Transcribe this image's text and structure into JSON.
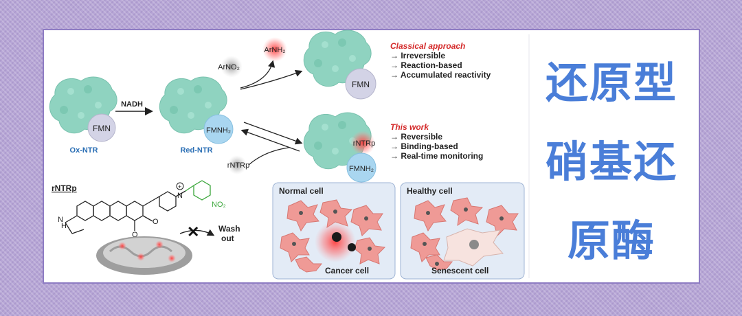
{
  "title_lines": [
    "还原型",
    "硝基还",
    "原酶"
  ],
  "diagram": {
    "nadh": "NADH",
    "fmn": "FMN",
    "fmnh2": "FMNH₂",
    "ox_ntr": "Ox-NTR",
    "red_ntr": "Red-NTR",
    "arno2": "ArNO₂",
    "arnh2": "ArNH₂",
    "rntrp": "rNTRp",
    "classical": {
      "heading": "Classical approach",
      "items": [
        "→ Irreversible",
        "→ Reaction-based",
        "→ Accumulated reactivity"
      ]
    },
    "this_work": {
      "heading": "This work",
      "items": [
        "→ Reversible",
        "→ Binding-based",
        "→ Real-time monitoring"
      ]
    },
    "probe_label": "rNTRp",
    "wash_out": [
      "Wash",
      "out"
    ],
    "normal_panel": {
      "title": "Normal cell",
      "caption": "Cancer cell"
    },
    "healthy_panel": {
      "title": "Healthy cell",
      "caption": "Senescent cell"
    },
    "colors": {
      "enzyme": "#8fd3c0",
      "fmn": "#d3d3e6",
      "fmnh2": "#a9d6f0",
      "heading_red": "#d42a2a",
      "title_blue": "#4a7ed8",
      "nitro_green": "#3aa63a",
      "panel_bg": "#e3ebf6",
      "cell_pink": "#ef9a96"
    }
  }
}
